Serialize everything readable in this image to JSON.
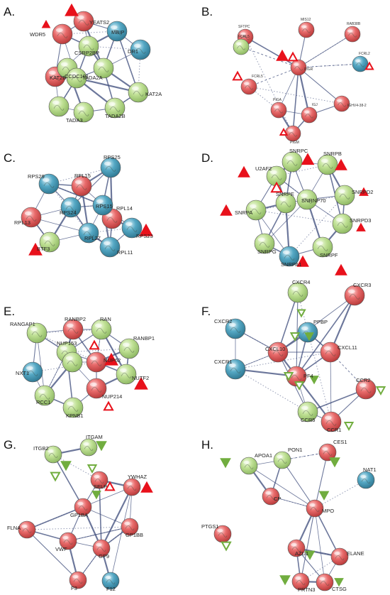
{
  "figure": {
    "colors": {
      "red": "#e05a5a",
      "green": "#b5d98a",
      "blue": "#4fa3bf",
      "edge": "#3c4a7a",
      "tri_red": "#e8111b",
      "tri_green": "#71ad3f"
    },
    "panels": [
      {
        "id": "A",
        "label": "A.",
        "nodes": [
          {
            "label": "YEATS2",
            "color": "red"
          },
          {
            "label": "WDR5",
            "color": "red"
          },
          {
            "label": "MBIP",
            "color": "blue"
          },
          {
            "label": "CSRP2BP",
            "color": "green"
          },
          {
            "label": "DR1",
            "color": "blue"
          },
          {
            "label": "KAT2B",
            "color": "red"
          },
          {
            "label": "TADA2A",
            "color": "green"
          },
          {
            "label": "CCDC101",
            "color": "green"
          },
          {
            "label": "KAT2A",
            "color": "green"
          },
          {
            "label": "TADA3",
            "color": "green"
          },
          {
            "label": "TADA2B",
            "color": "green"
          },
          {
            "label": "",
            "color": "green"
          },
          {
            "label": "",
            "color": "green"
          }
        ]
      },
      {
        "id": "B",
        "label": "B.",
        "nodes": [
          {
            "label": "SFTPC",
            "color": "red"
          },
          {
            "label": "MIS12",
            "color": "red"
          },
          {
            "label": "RAB38B",
            "color": "red"
          },
          {
            "label": "FCRL5",
            "color": "green"
          },
          {
            "label": "PIGR",
            "color": "red"
          },
          {
            "label": "FCRL2",
            "color": "blue"
          },
          {
            "label": "FCRL5",
            "color": "red"
          },
          {
            "label": "IGHV4-38-2",
            "color": "red"
          },
          {
            "label": "PIGA",
            "color": "red"
          },
          {
            "label": "IGJ",
            "color": "red"
          },
          {
            "label": "PIGM",
            "color": "red"
          }
        ]
      },
      {
        "id": "C",
        "label": "C.",
        "nodes": [
          {
            "label": "RPL15",
            "color": "red"
          },
          {
            "label": "RPS25",
            "color": "blue"
          },
          {
            "label": "RPS29",
            "color": "blue"
          },
          {
            "label": "RPL14",
            "color": "red"
          },
          {
            "label": "RPS24",
            "color": "blue"
          },
          {
            "label": "RPS15",
            "color": "blue"
          },
          {
            "label": "RPL13",
            "color": "red"
          },
          {
            "label": "RPS23",
            "color": "blue"
          },
          {
            "label": "BTF3",
            "color": "green"
          },
          {
            "label": "RPL27",
            "color": "blue"
          },
          {
            "label": "RPL11",
            "color": "blue"
          }
        ]
      },
      {
        "id": "D",
        "label": "D.",
        "nodes": [
          {
            "label": "SNRPC",
            "color": "green"
          },
          {
            "label": "SNRPB",
            "color": "green"
          },
          {
            "label": "U2AF2",
            "color": "green"
          },
          {
            "label": "SNRPE",
            "color": "green"
          },
          {
            "label": "SNRNP70",
            "color": "green"
          },
          {
            "label": "SNRPD2",
            "color": "green"
          },
          {
            "label": "SNRPA",
            "color": "green"
          },
          {
            "label": "SNRPD3",
            "color": "green"
          },
          {
            "label": "SNRPG",
            "color": "green"
          },
          {
            "label": "SNRPF",
            "color": "green"
          },
          {
            "label": "SNRPA1",
            "color": "blue"
          }
        ]
      },
      {
        "id": "E",
        "label": "E.",
        "nodes": [
          {
            "label": "RANBP2",
            "color": "red"
          },
          {
            "label": "RAN",
            "color": "green"
          },
          {
            "label": "RANGAP1",
            "color": "green"
          },
          {
            "label": "RANBP1",
            "color": "green"
          },
          {
            "label": "NUP153",
            "color": "green"
          },
          {
            "label": "NUP62",
            "color": "red"
          },
          {
            "label": "NXT1",
            "color": "blue"
          },
          {
            "label": "NUTF2",
            "color": "green"
          },
          {
            "label": "RCC1",
            "color": "green"
          },
          {
            "label": "NUP214",
            "color": "red"
          },
          {
            "label": "KPNB1",
            "color": "green"
          },
          {
            "label": "",
            "color": "green"
          }
        ]
      },
      {
        "id": "F",
        "label": "F.",
        "nodes": [
          {
            "label": "CXCR4",
            "color": "green"
          },
          {
            "label": "CXCR3",
            "color": "red"
          },
          {
            "label": "CXCR2",
            "color": "blue"
          },
          {
            "label": "PPBP",
            "color": "blue"
          },
          {
            "label": "CXCL10",
            "color": "red"
          },
          {
            "label": "CXCL11",
            "color": "red"
          },
          {
            "label": "CXCR1",
            "color": "blue"
          },
          {
            "label": "PF4",
            "color": "red"
          },
          {
            "label": "CCR2",
            "color": "red"
          },
          {
            "label": "CCR5",
            "color": "green"
          },
          {
            "label": "CCR1",
            "color": "red"
          }
        ]
      },
      {
        "id": "G",
        "label": "G.",
        "nodes": [
          {
            "label": "ITGAM",
            "color": "green"
          },
          {
            "label": "ITGB2",
            "color": "green"
          },
          {
            "label": "SELP",
            "color": "red"
          },
          {
            "label": "YWHAZ",
            "color": "red"
          },
          {
            "label": "GP1BA",
            "color": "red"
          },
          {
            "label": "FLNA",
            "color": "red"
          },
          {
            "label": "VWF",
            "color": "red"
          },
          {
            "label": "GP1BB",
            "color": "red"
          },
          {
            "label": "GP9",
            "color": "red"
          },
          {
            "label": "F3",
            "color": "red"
          },
          {
            "label": "F12",
            "color": "blue"
          }
        ]
      },
      {
        "id": "H",
        "label": "H.",
        "nodes": [
          {
            "label": "APOA1",
            "color": "green"
          },
          {
            "label": "PON1",
            "color": "green"
          },
          {
            "label": "CES1",
            "color": "red"
          },
          {
            "label": "NAT1",
            "color": "blue"
          },
          {
            "label": "CP",
            "color": "red"
          },
          {
            "label": "MPO",
            "color": "red"
          },
          {
            "label": "PTGS1",
            "color": "red"
          },
          {
            "label": "AZU1",
            "color": "red"
          },
          {
            "label": "ELANE",
            "color": "red"
          },
          {
            "label": "PRTN3",
            "color": "red"
          },
          {
            "label": "CTSG",
            "color": "red"
          }
        ]
      }
    ]
  }
}
